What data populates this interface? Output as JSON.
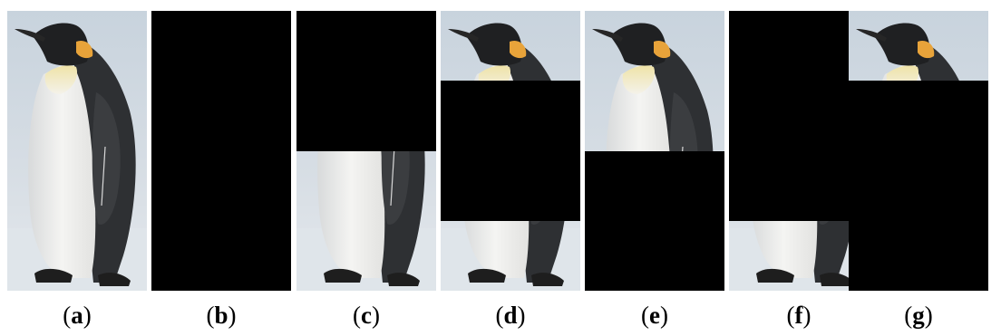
{
  "figure": {
    "panels": [
      {
        "id": "a",
        "label": "a",
        "masked_from": 0.0,
        "masked_to": 0.0
      },
      {
        "id": "b",
        "label": "b",
        "masked_from": 0.0,
        "masked_to": 1.0
      },
      {
        "id": "c",
        "label": "c",
        "masked_from": 0.0,
        "masked_to": 0.5
      },
      {
        "id": "d",
        "label": "d",
        "masked_from": 0.25,
        "masked_to": 0.75
      },
      {
        "id": "e",
        "label": "e",
        "masked_from": 0.5,
        "masked_to": 1.0
      },
      {
        "id": "f",
        "label": "f",
        "masked_from": 0.0,
        "masked_to": 0.75
      },
      {
        "id": "g",
        "label": "g",
        "masked_from": 0.25,
        "masked_to": 1.0
      }
    ],
    "paren_open": "(",
    "paren_close": ")"
  }
}
